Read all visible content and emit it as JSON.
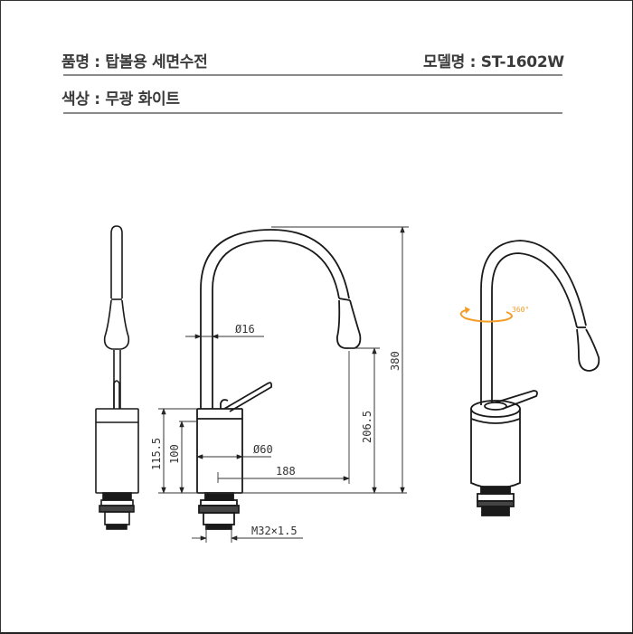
{
  "header": {
    "product_label": "품명 : 탑볼용 세면수전",
    "model_label": "모델명 : ST-1602W",
    "color_label": "색상 : 무광 화이트"
  },
  "product": {
    "name": "탑볼용 세면수전",
    "model": "ST-1602W",
    "color": "무광 화이트"
  },
  "dimensions": {
    "spout_diameter": "Ø16",
    "body_diameter": "Ø60",
    "total_height": "380",
    "spout_outlet_height": "206.5",
    "spout_reach": "188",
    "body_height_total": "115.5",
    "body_height": "100",
    "thread": "M32×1.5"
  },
  "rotation": {
    "label": "360°",
    "color": "#F39C27"
  },
  "colors": {
    "line": "#1a1a1a",
    "dim_line": "#333333",
    "header_text": "#3a3a3a",
    "rule": "#8a8a8a"
  }
}
